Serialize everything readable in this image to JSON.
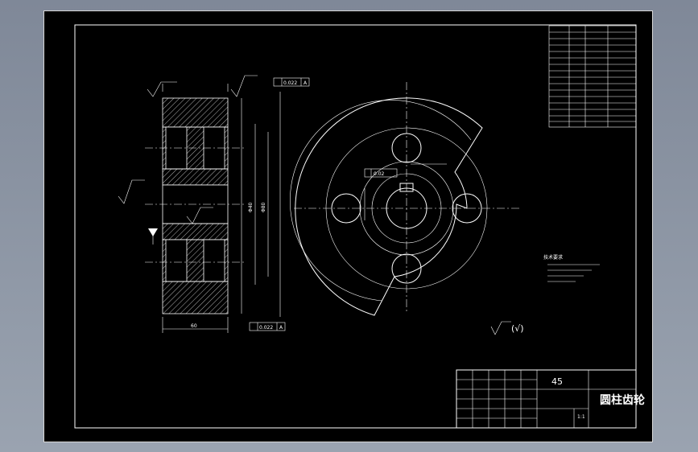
{
  "drawing": {
    "part_name": "圆柱齿轮",
    "material": "45",
    "scale": "1:1",
    "surface_finish_note": "(√)",
    "tech_req_title": "技术要求"
  },
  "dimensions": {
    "width_bottom": "60",
    "bore": "Φ40",
    "hub": "Φ80",
    "tolerance_1": "0.022",
    "tolerance_2": "0.022",
    "key_tolerance": "0.02",
    "datum": "A"
  },
  "colors": {
    "background": "#000000",
    "lines": "#ffffff",
    "window": "#8a94a3"
  }
}
